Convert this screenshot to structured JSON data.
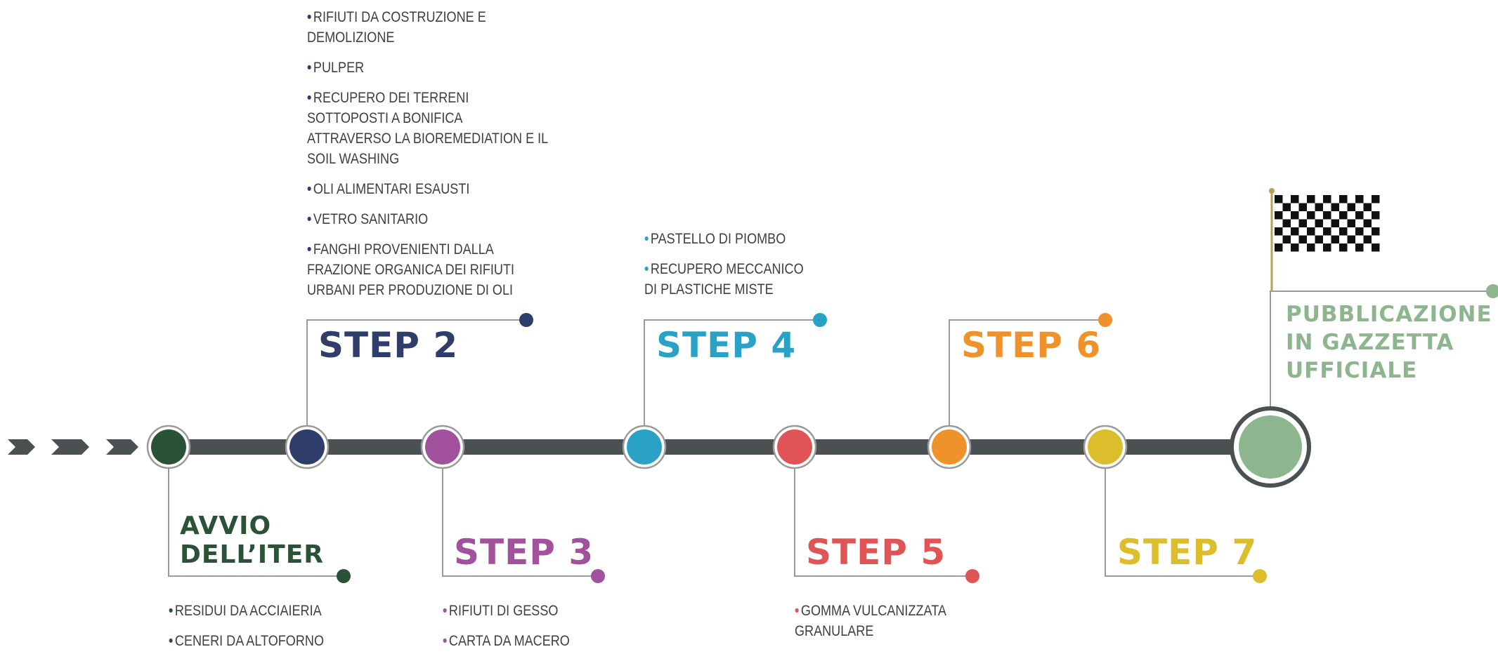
{
  "colors": {
    "track": "#4b5052",
    "connector": "#9a9a9a",
    "text": "#3f3f3f",
    "avvio": "#2b5237",
    "step2": "#2f3d6b",
    "step3": "#a2519c",
    "step4": "#29a2c6",
    "step5": "#e15456",
    "step6": "#f0922c",
    "step7": "#dcbd2b",
    "pubblicazione": "#8db58e",
    "flag_pole": "#b9a14d"
  },
  "steps": {
    "avvio": {
      "title_lines": [
        "AVVIO",
        "DELL’ITER"
      ],
      "items": [
        "RESIDUI DA ACCIAIERIA",
        "CENERI DA ALTOFORNO"
      ]
    },
    "step2": {
      "title": "STEP 2",
      "items": [
        "RIFIUTI DA COSTRUZIONE E DEMOLIZIONE",
        "PULPER",
        "RECUPERO DEI TERRENI SOTTOPOSTI A BONIFICA ATTRAVERSO LA BIOREMEDIATION E IL SOIL WASHING",
        "OLI ALIMENTARI ESAUSTI",
        "VETRO SANITARIO",
        "FANGHI PROVENIENTI DALLA FRAZIONE ORGANICA DEI RIFIUTI URBANI PER PRODUZIONE DI OLI"
      ]
    },
    "step3": {
      "title": "STEP 3",
      "items": [
        "RIFIUTI DI GESSO",
        "CARTA DA MACERO"
      ]
    },
    "step4": {
      "title": "STEP 4",
      "items": [
        "PASTELLO DI PIOMBO",
        "RECUPERO MECCANICO DI PLASTICHE MISTE"
      ]
    },
    "step5": {
      "title": "STEP 5",
      "items": [
        "GOMMA VULCANIZZATA GRANULARE"
      ]
    },
    "step6": {
      "title": "STEP 6"
    },
    "step7": {
      "title": "STEP 7"
    },
    "pubblicazione": {
      "title_lines": [
        "PUBBLICAZIONE",
        "IN GAZZETTA",
        "UFFICIALE"
      ]
    }
  },
  "icons": {
    "start_arrows": "chevron-arrows-icon",
    "finish": "checkered-flag-icon"
  }
}
